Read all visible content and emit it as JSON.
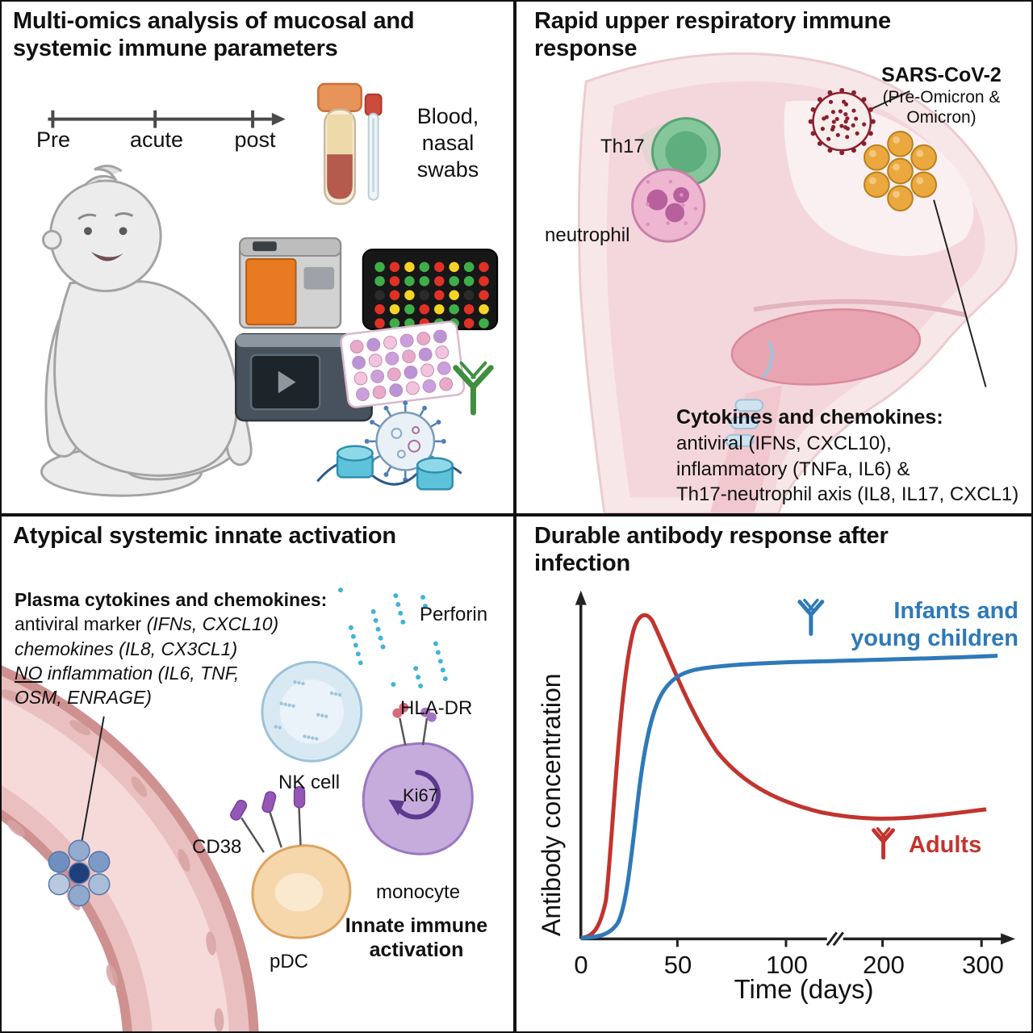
{
  "accent_colors": {
    "blue_series": "#2e79b8",
    "red_series": "#c2342e",
    "orange_cytokine": "#eaa83e",
    "green_th17": "#85c79b",
    "pink_neutrophil": "#eeb6d1",
    "purple_monocyte": "#c6abdd",
    "peach_pdc": "#f6d6ab",
    "blue_nk": "#d9e9f3",
    "maroon_virus": "#8a1f2b"
  },
  "panels": {
    "multiomics": {
      "title": "Multi-omics analysis of mucosal and systemic immune parameters",
      "timeline_labels": [
        "Pre",
        "acute",
        "post"
      ],
      "samples_label": "Blood,\nnasal\nswabs"
    },
    "respiratory": {
      "title": "Rapid upper respiratory immune response",
      "th17_label": "Th17",
      "neutrophil_label": "neutrophil",
      "virus_label": "SARS-CoV-2",
      "virus_sublabel": "(Pre-Omicron &\nOmicron)",
      "cytokines_heading": "Cytokines and chemokines:",
      "cytokines_body": "antiviral (IFNs, CXCL10),\ninflammatory (TNFa, IL6) &\nTh17-neutrophil axis (IL8, IL17, CXCL1)"
    },
    "innate": {
      "title": "Atypical systemic innate activation",
      "plasma_heading": "Plasma cytokines and chemokines:",
      "plasma_line1_prefix": "antiviral marker ",
      "plasma_line1_italic": "(IFNs, CXCL10)",
      "plasma_line2": "chemokines (IL8, CX3CL1)",
      "plasma_line3_no": "NO",
      "plasma_line3_rest": " inflammation (IL6, TNF,",
      "plasma_line4": "OSM, ENRAGE)",
      "perforin_label": "Perforin",
      "nk_label": "NK cell",
      "hladr_label": "HLA-DR",
      "ki67_label": "Ki67",
      "monocyte_label": "monocyte",
      "cd38_label": "CD38",
      "pdc_label": "pDC",
      "activation_label": "Innate immune\nactivation"
    },
    "antibody": {
      "title": "Durable antibody response after infection",
      "ylabel": "Antibody concentration",
      "xlabel": "Time (days)",
      "x_ticks": [
        "0",
        "50",
        "100",
        "200",
        "300"
      ],
      "legend_infants": "Infants and\nyoung children",
      "legend_adults": "Adults"
    }
  },
  "chart_data": {
    "type": "line",
    "title": "Durable antibody response after infection",
    "xlabel": "Time (days)",
    "ylabel": "Antibody concentration",
    "x_ticks": [
      0,
      50,
      100,
      200,
      300
    ],
    "x_axis_break_between": [
      100,
      200
    ],
    "grid": false,
    "legend_position": "annotated next to curves",
    "series": [
      {
        "name": "Infants and young children",
        "color": "#2e79b8",
        "x": [
          0,
          10,
          15,
          20,
          25,
          30,
          40,
          50,
          75,
          100,
          150,
          200,
          250,
          300
        ],
        "y": [
          0,
          1,
          3,
          10,
          35,
          60,
          75,
          82,
          86,
          87,
          88,
          88,
          89,
          89
        ]
      },
      {
        "name": "Adults",
        "color": "#c2342e",
        "x": [
          0,
          5,
          10,
          15,
          20,
          25,
          30,
          40,
          50,
          75,
          100,
          150,
          200,
          250,
          300
        ],
        "y": [
          0,
          1,
          8,
          30,
          60,
          82,
          93,
          97,
          92,
          70,
          55,
          45,
          43,
          42,
          41
        ]
      }
    ],
    "y_units": "relative (no numeric scale shown)"
  }
}
